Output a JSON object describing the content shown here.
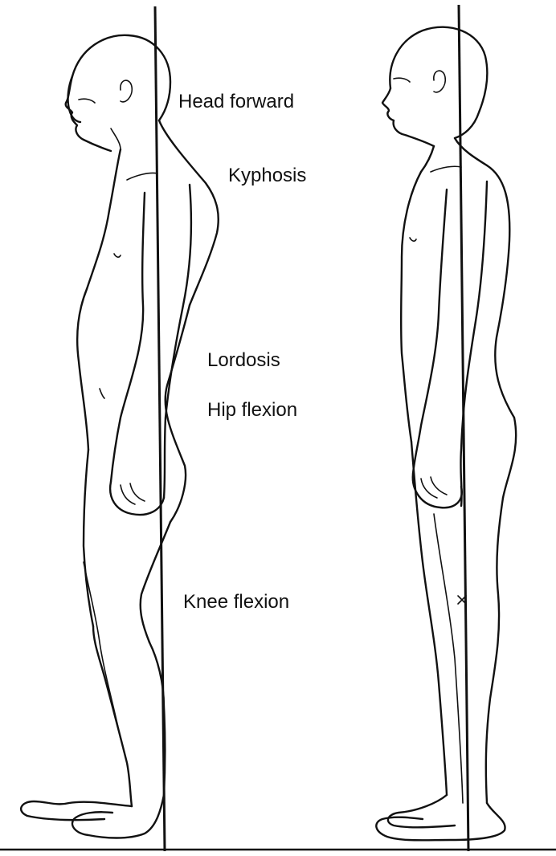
{
  "labels": {
    "head_forward": "Head forward",
    "kyphosis": "Kyphosis",
    "lordosis": "Lordosis",
    "hip_flexion": "Hip flexion",
    "knee_flexion": "Knee flexion"
  }
}
